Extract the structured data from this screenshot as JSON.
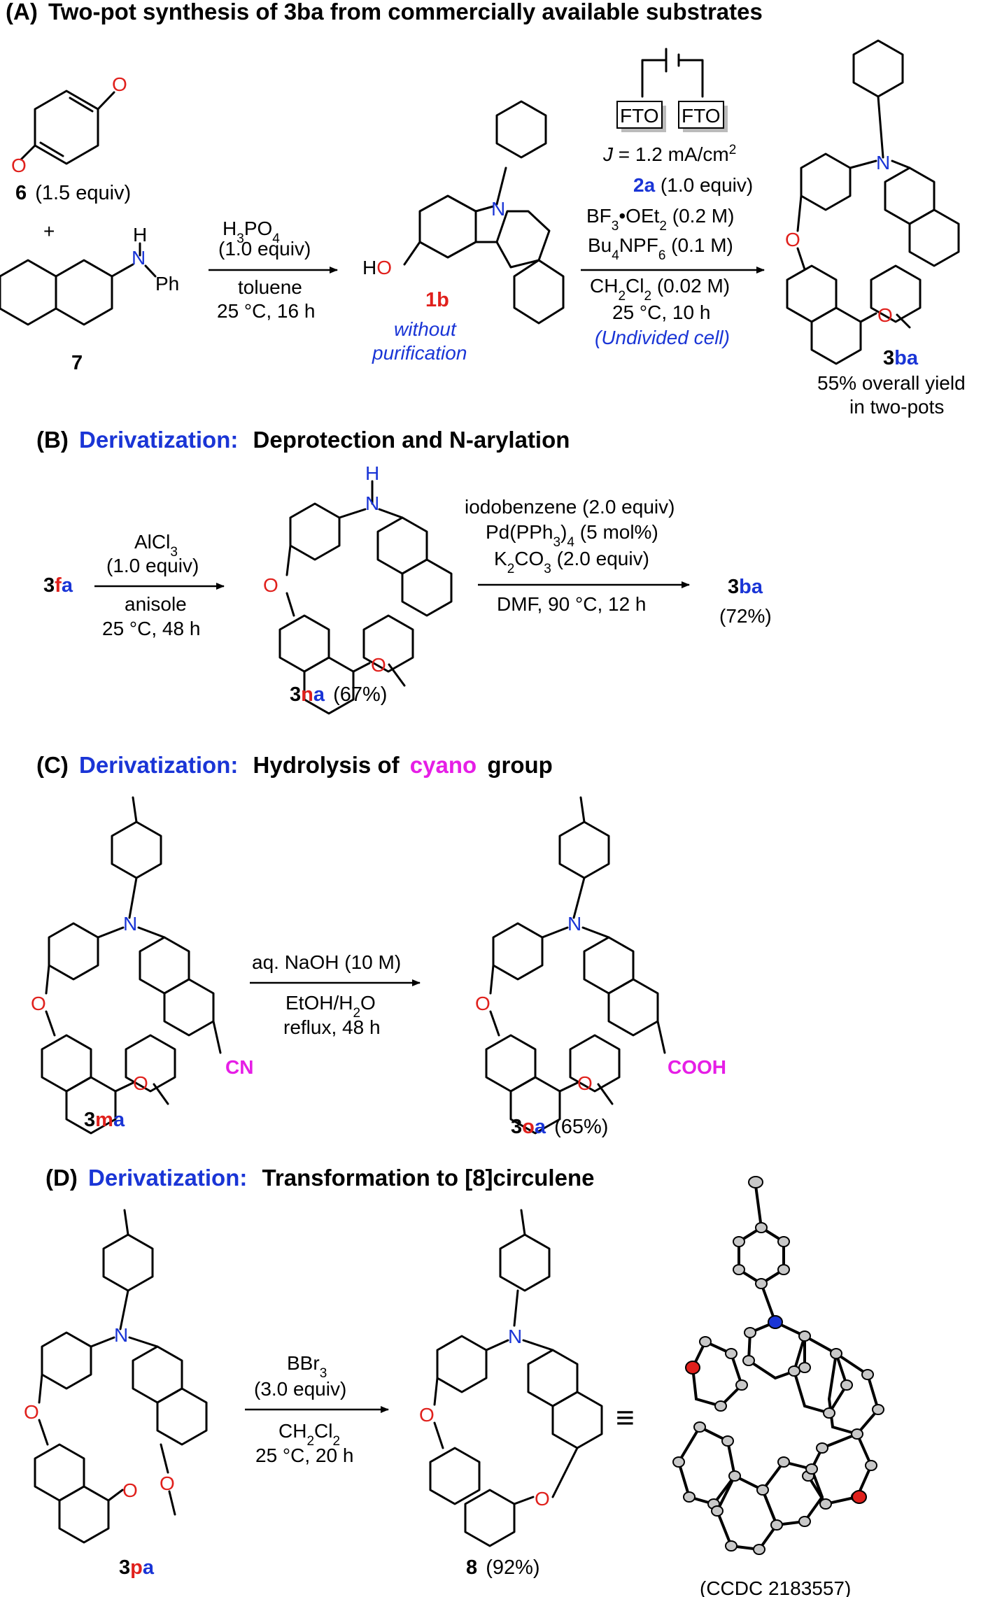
{
  "sections": {
    "A": {
      "prefix": "(A)",
      "title": "Two-pot synthesis of 3ba from commercially available substrates",
      "compound_6": {
        "num": "6",
        "equiv": "(1.5 equiv)"
      },
      "plus": "+",
      "compound_7": {
        "num": "7",
        "nh": "H",
        "n": "N",
        "ph": "Ph"
      },
      "step1": {
        "reagent": "H3PO4",
        "equiv": "(1.0 equiv)",
        "solvent": "toluene",
        "cond": "25 °C, 16 h"
      },
      "compound_1b": {
        "num": "1b",
        "ho": "HO",
        "note1": "without",
        "note2": "purification"
      },
      "step2": {
        "electrode1": "FTO",
        "electrode2": "FTO",
        "current": "J = 1.2 mA/cm2",
        "reagent1": "2a (1.0 equiv)",
        "reagent2": "BF3•OEt2 (0.2 M)",
        "reagent3": "Bu4NPF6 (0.1 M)",
        "solvent": "CH2Cl2 (0.02 M)",
        "cond": "25 °C, 10 h",
        "cell": "(Undivided cell)"
      },
      "product": {
        "num": "3ba",
        "yield1": "55% overall yield",
        "yield2": "in two-pots"
      }
    },
    "B": {
      "prefix": "(B)",
      "deriv": "Derivatization:",
      "title": "Deprotection and N-arylation",
      "start": "3fa",
      "step1": {
        "reagent": "AlCl3",
        "equiv": "(1.0 equiv)",
        "solvent": "anisole",
        "cond": "25 °C, 48 h"
      },
      "intermediate": {
        "num": "3na",
        "yield": "(67%)"
      },
      "step2": {
        "r1": "iodobenzene (2.0 equiv)",
        "r2": "Pd(PPh3)4 (5 mol%)",
        "r3": "K2CO3 (2.0 equiv)",
        "cond": "DMF, 90 °C, 12 h"
      },
      "product": {
        "num": "3ba",
        "yield": "(72%)"
      }
    },
    "C": {
      "prefix": "(C)",
      "deriv": "Derivatization:",
      "title_a": "Hydrolysis of",
      "title_b": "cyano",
      "title_c": "group",
      "start": {
        "num": "3ma",
        "group": "CN"
      },
      "step": {
        "r1": "aq. NaOH (10 M)",
        "r2": "EtOH/H2O",
        "r3": "reflux, 48 h"
      },
      "product": {
        "num": "3oa",
        "yield": "(65%)",
        "group": "COOH"
      }
    },
    "D": {
      "prefix": "(D)",
      "deriv": "Derivatization:",
      "title": "Transformation to [8]circulene",
      "start": {
        "num": "3pa"
      },
      "step": {
        "r1": "BBr3",
        "r2": "(3.0 equiv)",
        "r3": "CH2Cl2",
        "r4": "25 °C, 20 h"
      },
      "product": {
        "num": "8",
        "yield": "(92%)"
      },
      "equiv_sign": "≡",
      "ccdc": "(CCDC 2183557)"
    }
  },
  "atoms": {
    "O": "O",
    "N": "N",
    "H": "H"
  },
  "colors": {
    "blue": "#1a35d6",
    "red": "#e0201c",
    "magenta": "#e61ee6"
  }
}
